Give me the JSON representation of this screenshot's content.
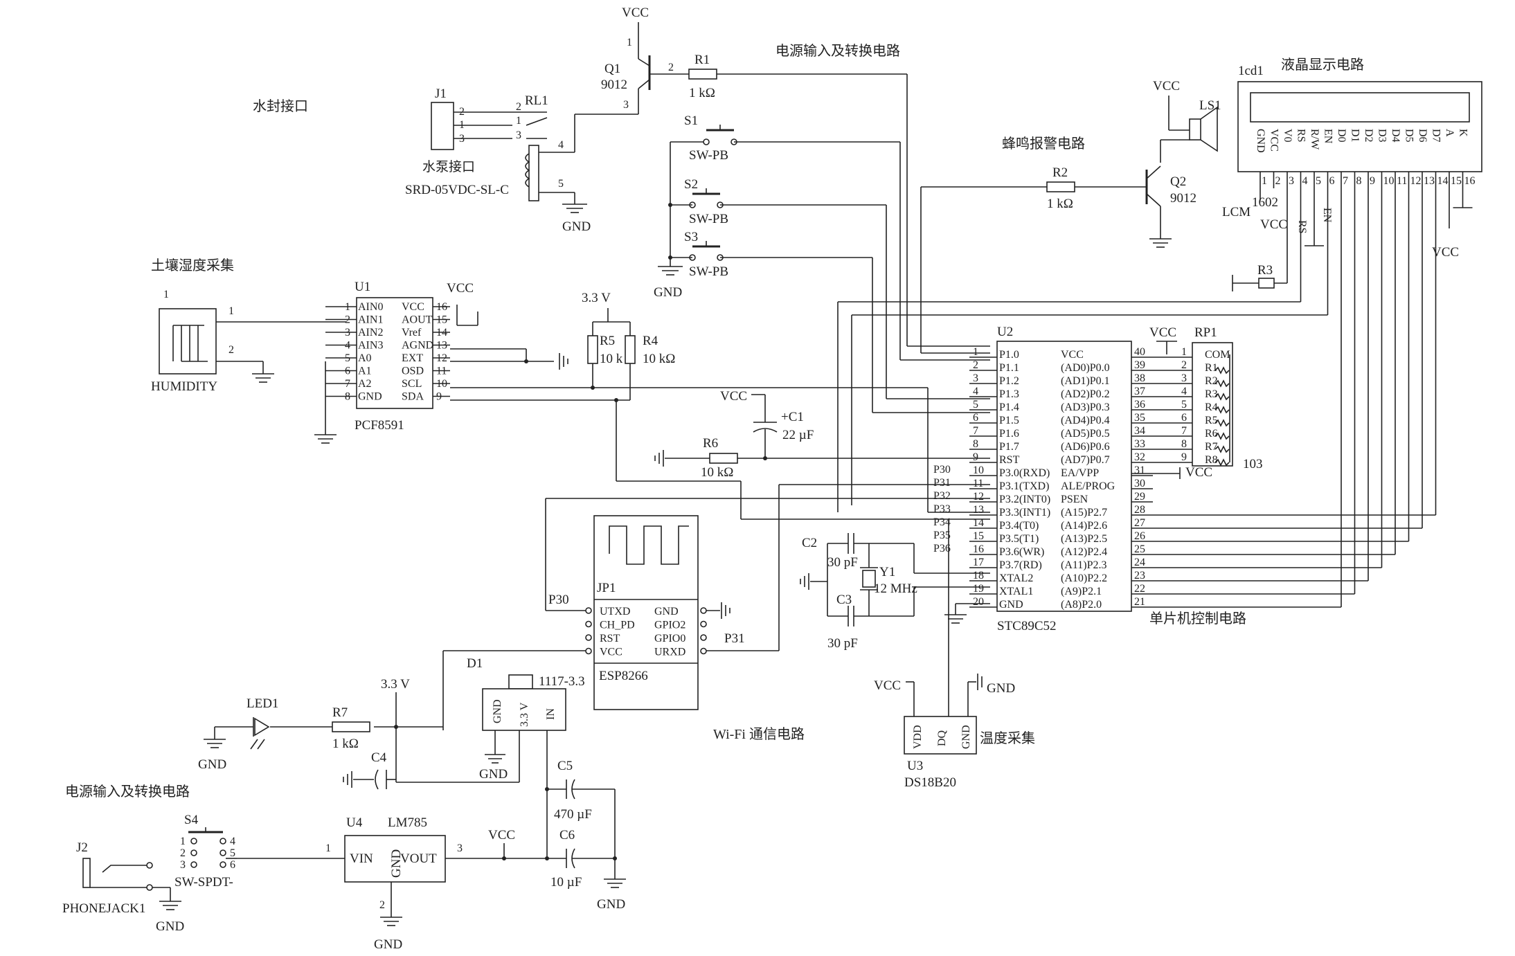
{
  "titles": {
    "water_seal": "水封接口",
    "power_top": "电源输入及转换电路",
    "lcd": "液晶显示电路",
    "buzzer": "蜂鸣报警电路",
    "soil": "土壤湿度采集",
    "wifi": "Wi-Fi 通信电路",
    "temp": "温度采集",
    "mcu": "单片机控制电路",
    "power_bottom": "电源输入及转换电路"
  },
  "common": {
    "vcc": "VCC",
    "gnd": "GND",
    "v33": "3.3 V"
  },
  "q1": {
    "ref": "Q1",
    "part": "9012",
    "p1": "1",
    "p2": "2",
    "p3": "3"
  },
  "r1": {
    "ref": "R1",
    "value": "1 kΩ"
  },
  "j1": {
    "ref": "J1",
    "name": "水泵接口",
    "pins": [
      "1",
      "2",
      "3"
    ]
  },
  "rl1": {
    "ref": "RL1",
    "part": "SRD-05VDC-SL-C",
    "pins": [
      "2",
      "1",
      "3",
      "4",
      "5"
    ]
  },
  "switches": [
    {
      "ref": "S1",
      "part": "SW-PB"
    },
    {
      "ref": "S2",
      "part": "SW-PB"
    },
    {
      "ref": "S3",
      "part": "SW-PB"
    }
  ],
  "q2": {
    "ref": "Q2",
    "part": "9012"
  },
  "r2": {
    "ref": "R2",
    "value": "1 kΩ"
  },
  "ls1": {
    "ref": "LS1"
  },
  "lcd": {
    "ref": "1cd1",
    "part": "1602",
    "type": "LCM",
    "pin_names": [
      "GND",
      "VCC",
      "V0",
      "RS",
      "R/W",
      "EN",
      "D0",
      "D1",
      "D2",
      "D3",
      "D4",
      "D5",
      "D6",
      "D7",
      "A",
      "K"
    ],
    "pin_nums": [
      "1",
      "2",
      "3",
      "4",
      "5",
      "6",
      "7",
      "8",
      "9",
      "10",
      "11",
      "12",
      "13",
      "14",
      "15",
      "16"
    ],
    "net_rs": "RS",
    "net_en": "EN"
  },
  "r3": {
    "ref": "R3"
  },
  "humidity": {
    "name": "HUMIDITY",
    "ref_num": "1",
    "pins": [
      "1",
      "2"
    ]
  },
  "u1": {
    "ref": "U1",
    "part": "PCF8591",
    "left_names": [
      "AIN0",
      "AIN1",
      "AIN2",
      "AIN3",
      "A0",
      "A1",
      "A2",
      "GND"
    ],
    "left_nums": [
      "1",
      "2",
      "3",
      "4",
      "5",
      "6",
      "7",
      "8"
    ],
    "right_names": [
      "VCC",
      "AOUT",
      "Vref",
      "AGND",
      "EXT",
      "OSD",
      "SCL",
      "SDA"
    ],
    "right_nums": [
      "16",
      "15",
      "14",
      "13",
      "12",
      "11",
      "10",
      "9"
    ]
  },
  "r4": {
    "ref": "R4",
    "value": "10 kΩ"
  },
  "r5": {
    "ref": "R5",
    "value": "10 k"
  },
  "c1": {
    "ref": "+C1",
    "value": "22 µF"
  },
  "r6": {
    "ref": "R6",
    "value": "10 kΩ"
  },
  "u2": {
    "ref": "U2",
    "part": "STC89C52",
    "left_names": [
      "P1.0",
      "P1.1",
      "P1.2",
      "P1.3",
      "P1.4",
      "P1.5",
      "P1.6",
      "P1.7",
      "RST",
      "P3.0(RXD)",
      "P3.1(TXD)",
      "P3.2(INT0)",
      "P3.3(INT1)",
      "P3.4(T0)",
      "P3.5(T1)",
      "P3.6(WR)",
      "P3.7(RD)",
      "XTAL2",
      "XTAL1",
      "GND"
    ],
    "left_nums": [
      "1",
      "2",
      "3",
      "4",
      "5",
      "6",
      "7",
      "8",
      "9",
      "10",
      "11",
      "12",
      "13",
      "14",
      "15",
      "16",
      "17",
      "18",
      "19",
      "20"
    ],
    "right_names": [
      "VCC",
      "(AD0)P0.0",
      "(AD1)P0.1",
      "(AD2)P0.2",
      "(AD3)P0.3",
      "(AD4)P0.4",
      "(AD5)P0.5",
      "(AD6)P0.6",
      "(AD7)P0.7",
      "EA/VPP",
      "ALE/PROG",
      "PSEN",
      "(A15)P2.7",
      "(A14)P2.6",
      "(A13)P2.5",
      "(A12)P2.4",
      "(A11)P2.3",
      "(A10)P2.2",
      "(A9)P2.1",
      "(A8)P2.0"
    ],
    "right_nums": [
      "40",
      "39",
      "38",
      "37",
      "36",
      "35",
      "34",
      "33",
      "32",
      "31",
      "30",
      "29",
      "28",
      "27",
      "26",
      "25",
      "24",
      "23",
      "22",
      "21"
    ],
    "p3_nets": [
      "P30",
      "P31",
      "P32",
      "P33",
      "P34",
      "P35",
      "P36"
    ]
  },
  "rp1": {
    "ref": "RP1",
    "value": "103",
    "names": [
      "COM",
      "R1",
      "R2",
      "R3",
      "R4",
      "R5",
      "R6",
      "R7",
      "R8"
    ],
    "nums": [
      "1",
      "2",
      "3",
      "4",
      "5",
      "6",
      "7",
      "8",
      "9"
    ]
  },
  "crystal": {
    "c2": "C2",
    "c3": "C3",
    "c_value": "30 pF",
    "y1": "Y1",
    "freq": "12 MHz"
  },
  "jp1": {
    "ref": "JP1",
    "part": "ESP8266",
    "left": [
      "UTXD",
      "CH_PD",
      "RST",
      "VCC"
    ],
    "right": [
      "GND",
      "GPIO2",
      "GPIO0",
      "URXD"
    ],
    "net_tx": "P30",
    "net_rx": "P31"
  },
  "d1": {
    "ref": "D1",
    "part": "1117-3.3",
    "pins": [
      "GND",
      "3.3 V",
      "IN"
    ]
  },
  "led1": {
    "ref": "LED1"
  },
  "r7": {
    "ref": "R7",
    "value": "1 kΩ"
  },
  "c4": {
    "ref": "C4"
  },
  "c5": {
    "ref": "C5",
    "value": "470 µF"
  },
  "c6": {
    "ref": "C6",
    "value": "10 µF"
  },
  "u3": {
    "ref": "U3",
    "part": "DS18B20",
    "pins": [
      "VDD",
      "DQ",
      "GND"
    ]
  },
  "u4": {
    "ref": "U4",
    "part": "LM785",
    "vin": "VIN",
    "gnd": "GND",
    "vout": "VOUT",
    "p1": "1",
    "p2": "2",
    "p3": "3"
  },
  "s4": {
    "ref": "S4",
    "part": "SW-SPDT-",
    "pins": [
      "1",
      "2",
      "3",
      "4",
      "5",
      "6"
    ]
  },
  "j2": {
    "ref": "J2",
    "part": "PHONEJACK1"
  }
}
